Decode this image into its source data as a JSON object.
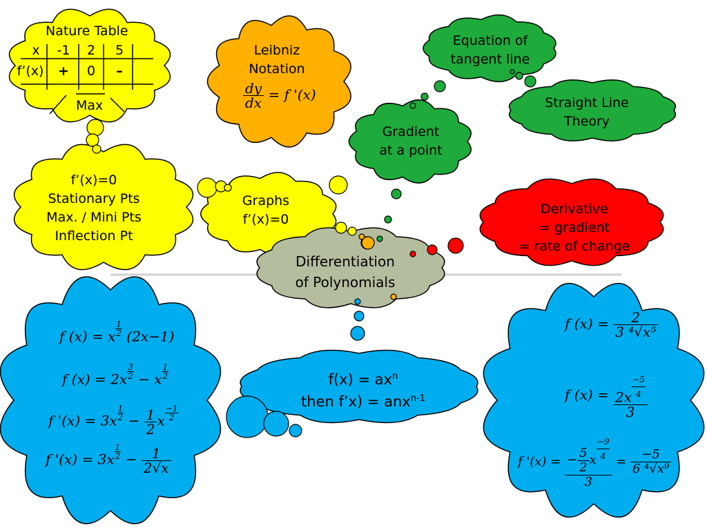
{
  "colors": {
    "yellow": "#ffff00",
    "orange": "#ffb000",
    "green": "#1faa3c",
    "red": "#ff0000",
    "gray": "#b5bd9f",
    "blue": "#00aeef"
  },
  "nature_table": {
    "title": "Nature Table",
    "row1": [
      "x",
      "-1",
      "2",
      "5"
    ],
    "row2": [
      "f’(x)",
      "+",
      "0",
      "–"
    ],
    "footer": "Max"
  },
  "leibniz": {
    "line1": "Leibniz",
    "line2": "Notation",
    "dy": "dy",
    "dx": "dx",
    "rhs": "= f '(x)"
  },
  "tangent": {
    "line1": "Equation of",
    "line2": "tangent line"
  },
  "straight": {
    "line1": "Straight Line",
    "line2": "Theory"
  },
  "gradient": {
    "line1": "Gradient",
    "line2": "at a point"
  },
  "stationary": {
    "line1": "f’(x)=0",
    "line2": "Stationary Pts",
    "line3": "Max. / Mini Pts",
    "line4": "Inflection Pt"
  },
  "graphs": {
    "line1": "Graphs",
    "line2": "f’(x)=0"
  },
  "derivative": {
    "line1": "Derivative",
    "line2": "= gradient",
    "line3": "= rate of change"
  },
  "center": {
    "line1": "Differentiation",
    "line2": "of Polynomials"
  },
  "rule": {
    "line1_a": "f(x) = ax",
    "line1_sup": "n",
    "line2_a": "then f’x) = anx",
    "line2_sup": "n-1"
  },
  "left_math": {
    "e1_lhs": "f (x) = x",
    "e1_rest": "(2x−1)",
    "e2_lhs": "f (x) = 2x",
    "e2_mid": " − x",
    "e3_lhs": "f '(x) = 3x",
    "e3_mid": " − ",
    "e3_tail": "x",
    "e4_lhs": "f '(x) = 3x",
    "e4_mid": " − ",
    "half_n": "1",
    "half_d": "2",
    "threehalf_n": "3",
    "neghalf_n": "−1",
    "one": "1",
    "two": "2",
    "root_d": "2√x"
  },
  "right_math": {
    "e1_lhs": "f (x) = ",
    "e1_num": "2",
    "e1_den": "3 ⁴√x⁵",
    "e2_lhs": "f (x) = ",
    "e2_num": "2x",
    "e2_exp_n": "−5",
    "e2_exp_d": "4",
    "e2_den": "3",
    "e3_lhs": "f '(x) = ",
    "e3_num_a": "−",
    "e3_five": "5",
    "e3_two": "2",
    "e3_x": "x",
    "e3_exp_n": "−9",
    "e3_exp_d": "4",
    "e3_den": "3",
    "e3_eq": " = ",
    "e3_r_num": "−5",
    "e3_r_den": "6 ⁴√x⁹"
  }
}
